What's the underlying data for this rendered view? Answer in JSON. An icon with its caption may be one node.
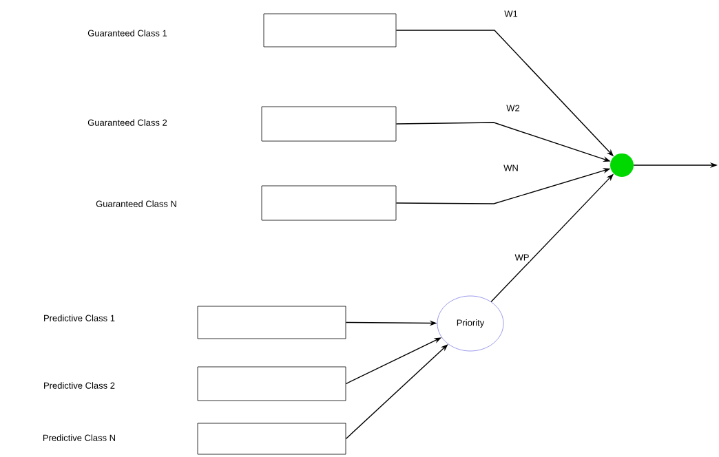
{
  "diagram": {
    "nodes": [
      {
        "text": [],
        "shape": "box"
      },
      {
        "text": [],
        "shape": "box"
      },
      {
        "text": [],
        "shape": "box"
      },
      {
        "text": [],
        "shape": "box"
      },
      {
        "text": [],
        "shape": "box"
      },
      {
        "text": [],
        "shape": "box"
      },
      {
        "text": [
          "Priority"
        ]
      },
      {
        "text": [],
        "shape": "circle"
      }
    ],
    "edges": [
      {
        "from": 0,
        "to": 7,
        "arrow": "to",
        "label": "W1"
      },
      {
        "from": 1,
        "to": 7,
        "arrow": "to",
        "label": "W2"
      },
      {
        "from": 2,
        "to": 7,
        "arrow": "to",
        "label": "WN"
      },
      {
        "from": 3,
        "to": 6,
        "arrow": "to"
      },
      {
        "from": 4,
        "to": 6,
        "arrow": "to"
      },
      {
        "from": 5,
        "to": 6,
        "arrow": "to"
      },
      {
        "from": 6,
        "to": 7,
        "arrow": "to",
        "label": "WP"
      },
      {
        "from": 7,
        "to": null,
        "arrow": "to"
      }
    ],
    "labels": [
      "Guaranteed Class 1",
      "Guaranteed Class 2",
      "Guaranteed Class N",
      "Predictive Class 1",
      "Predictive Class 2",
      "Predictive Class N"
    ]
  }
}
